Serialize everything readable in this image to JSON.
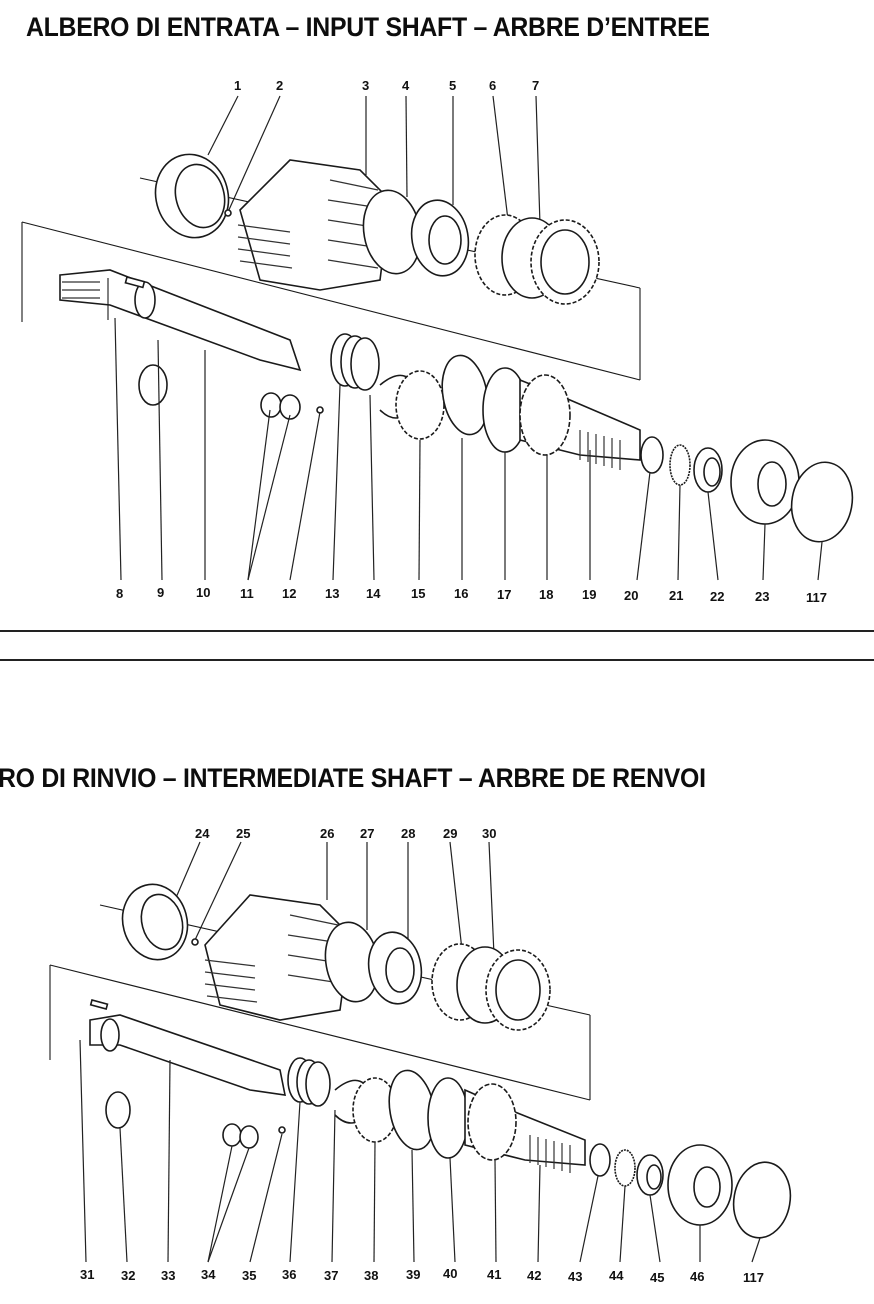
{
  "sections": [
    {
      "title": "ALBERO DI ENTRATA – INPUT SHAFT – ARBRE D’ENTREE",
      "top_labels": [
        "1",
        "2",
        "3",
        "4",
        "5",
        "6",
        "7"
      ],
      "bottom_labels": [
        "8",
        "9",
        "10",
        "11",
        "12",
        "13",
        "14",
        "15",
        "16",
        "17",
        "18",
        "19",
        "20",
        "21",
        "22",
        "23",
        "117"
      ]
    },
    {
      "title": "RO DI RINVIO – INTERMEDIATE SHAFT – ARBRE DE RENVOI",
      "top_labels": [
        "24",
        "25",
        "26",
        "27",
        "28",
        "29",
        "30"
      ],
      "bottom_labels": [
        "31",
        "32",
        "33",
        "34",
        "35",
        "36",
        "37",
        "38",
        "39",
        "40",
        "41",
        "42",
        "43",
        "44",
        "45",
        "46",
        "117"
      ]
    }
  ],
  "colors": {
    "ink": "#111111",
    "paper": "#ffffff"
  }
}
